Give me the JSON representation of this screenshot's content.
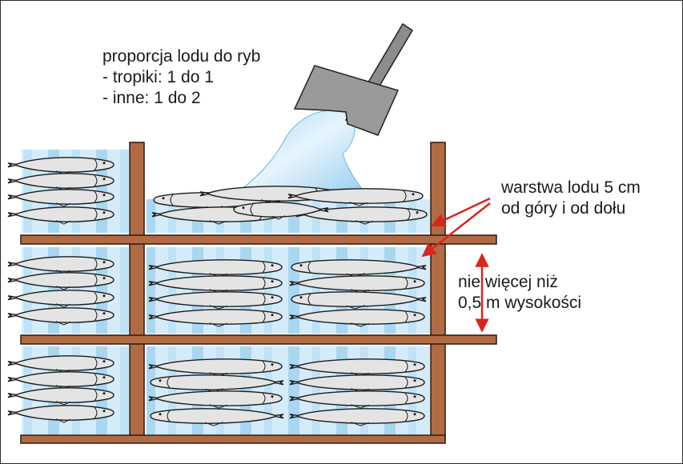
{
  "ratio": {
    "title": "proporcja lodu do ryb",
    "line1": "- tropiki: 1 do 1",
    "line2": "- inne: 1 do 2"
  },
  "ice_layer": {
    "line1": "warstwa lodu 5 cm",
    "line2": "od góry i od dołu"
  },
  "height_limit": {
    "line1": "nie więcej niż",
    "line2": "0,5 m wysokości"
  },
  "colors": {
    "wood": "#b06b43",
    "wood_edge": "#2a1a10",
    "ice": "#cfe9f8",
    "ice_dark": "#93c8ea",
    "fish": "#e4e4e4",
    "arrow": "#d9261c"
  }
}
